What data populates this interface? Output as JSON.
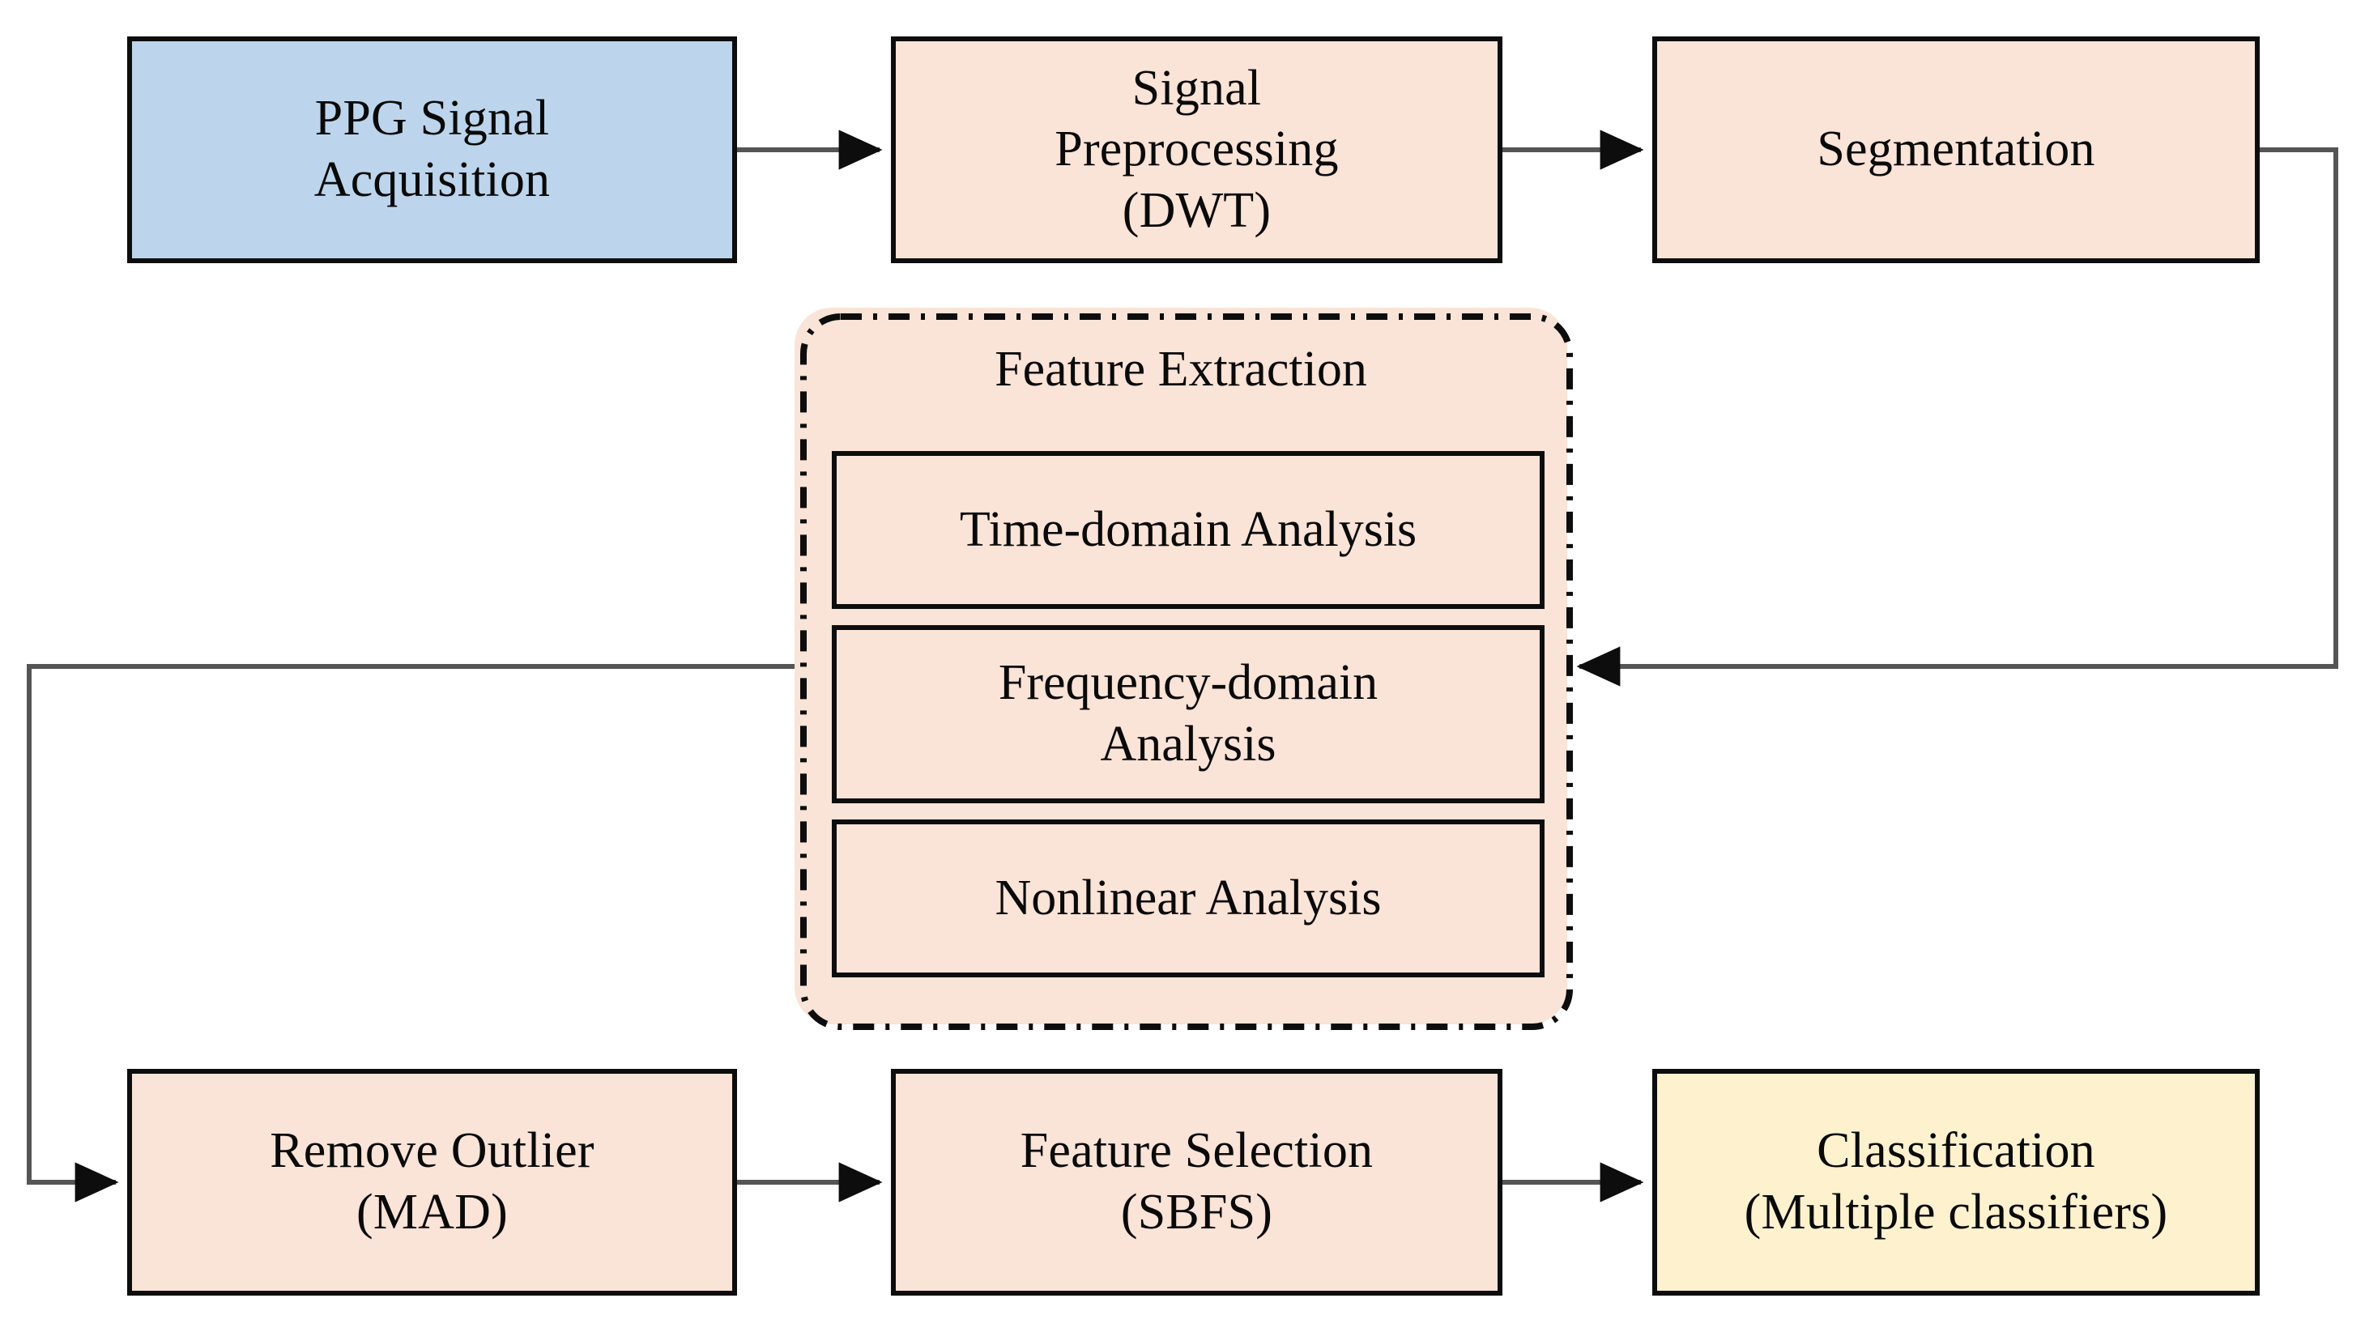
{
  "diagram": {
    "title": "PPG signal processing and classification pipeline",
    "colors": {
      "acquisition_fill": "#bcd5ec",
      "process_fill": "#fae3d7",
      "classification_fill": "#fdf1ce",
      "border": "#0d0d0d",
      "connector": "#555555",
      "background": "#ffffff"
    },
    "nodes": {
      "acquisition": "PPG Signal\nAcquisition",
      "preprocessing": "Signal\nPreprocessing\n(DWT)",
      "segmentation": "Segmentation",
      "feature_extraction_title": "Feature Extraction",
      "time_domain": "Time-domain Analysis",
      "frequency_domain": "Frequency-domain\nAnalysis",
      "nonlinear": "Nonlinear Analysis",
      "remove_outlier": "Remove Outlier\n(MAD)",
      "feature_selection": "Feature Selection\n(SBFS)",
      "classification": "Classification\n(Multiple classifiers)"
    },
    "edges": [
      {
        "from": "acquisition",
        "to": "preprocessing",
        "style": "straight-right"
      },
      {
        "from": "preprocessing",
        "to": "segmentation",
        "style": "straight-right"
      },
      {
        "from": "segmentation",
        "to": "feature_extraction",
        "style": "right-down-left"
      },
      {
        "from": "feature_extraction",
        "to": "remove_outlier",
        "style": "left-down-right"
      },
      {
        "from": "remove_outlier",
        "to": "feature_selection",
        "style": "straight-right"
      },
      {
        "from": "feature_selection",
        "to": "classification",
        "style": "straight-right"
      }
    ]
  }
}
